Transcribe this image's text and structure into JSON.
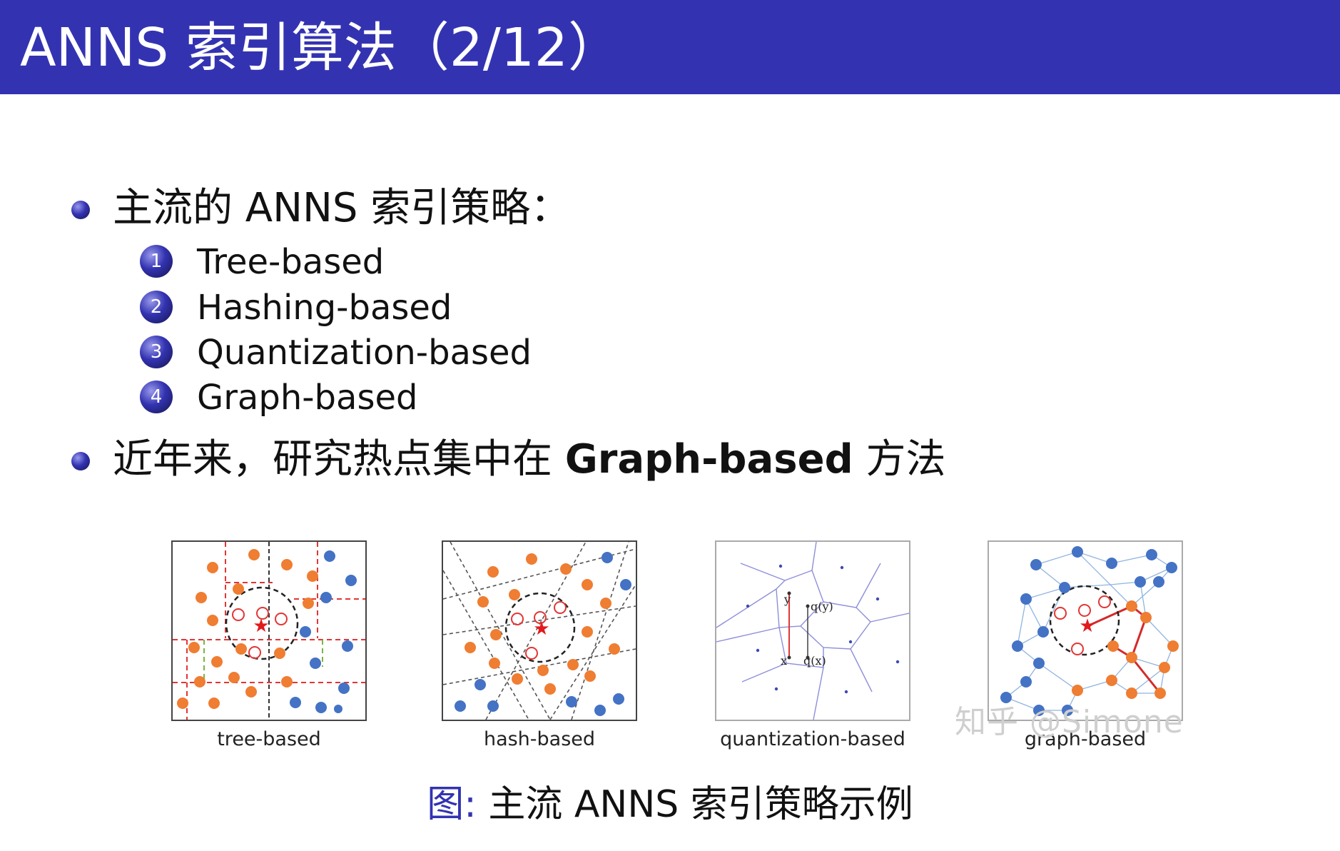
{
  "title": "ANNS 索引算法（2/12）",
  "bullets": [
    {
      "text": "主流的 ANNS 索引策略："
    },
    {
      "text_prefix": "近年来，研究热点集中在 ",
      "text_bold": "Graph-based",
      "text_suffix": " 方法"
    }
  ],
  "enumeration": [
    {
      "number": "1",
      "label": "Tree-based"
    },
    {
      "number": "2",
      "label": "Hashing-based"
    },
    {
      "number": "3",
      "label": "Quantization-based"
    },
    {
      "number": "4",
      "label": "Graph-based"
    }
  ],
  "figures": [
    {
      "caption": "tree-based"
    },
    {
      "caption": "hash-based"
    },
    {
      "caption": "quantization-based",
      "labels": {
        "y": "y",
        "qy": "q(y)",
        "x": "x",
        "qx": "q(x)"
      }
    },
    {
      "caption": "graph-based"
    }
  ],
  "figure_caption": {
    "label": "图:",
    "text": "主流 ANNS 索引策略示例"
  },
  "watermark": "知乎 @Simone",
  "colors": {
    "header_bg": "#3333b2",
    "orange_point": "#ef7d32",
    "blue_point": "#4472c4",
    "star": "#e31a1c",
    "partition_red": "#e33535",
    "graph_edge": "#8fb4e0",
    "voronoi_edge": "#8d8fd9"
  }
}
